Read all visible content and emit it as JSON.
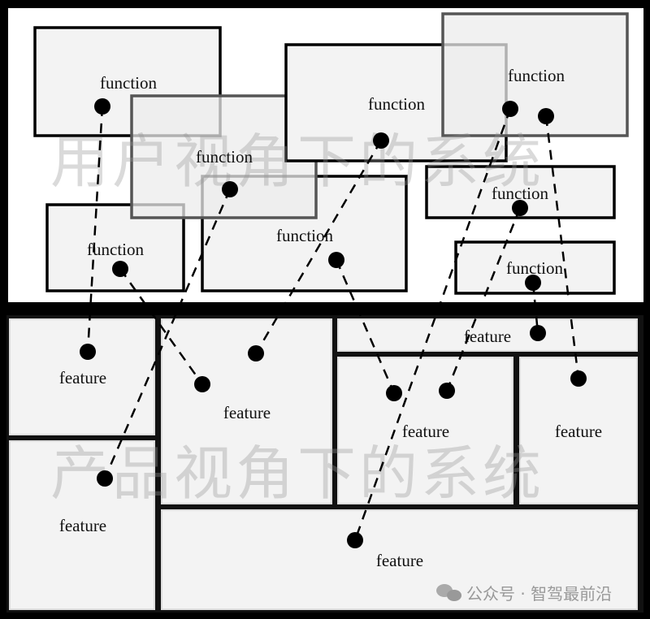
{
  "top_watermark": "用户视角下的系统",
  "bottom_watermark": "产品视角下的系统",
  "function_label": "function",
  "feature_label": "feature",
  "credit": "公众号 · 智驾最前沿"
}
